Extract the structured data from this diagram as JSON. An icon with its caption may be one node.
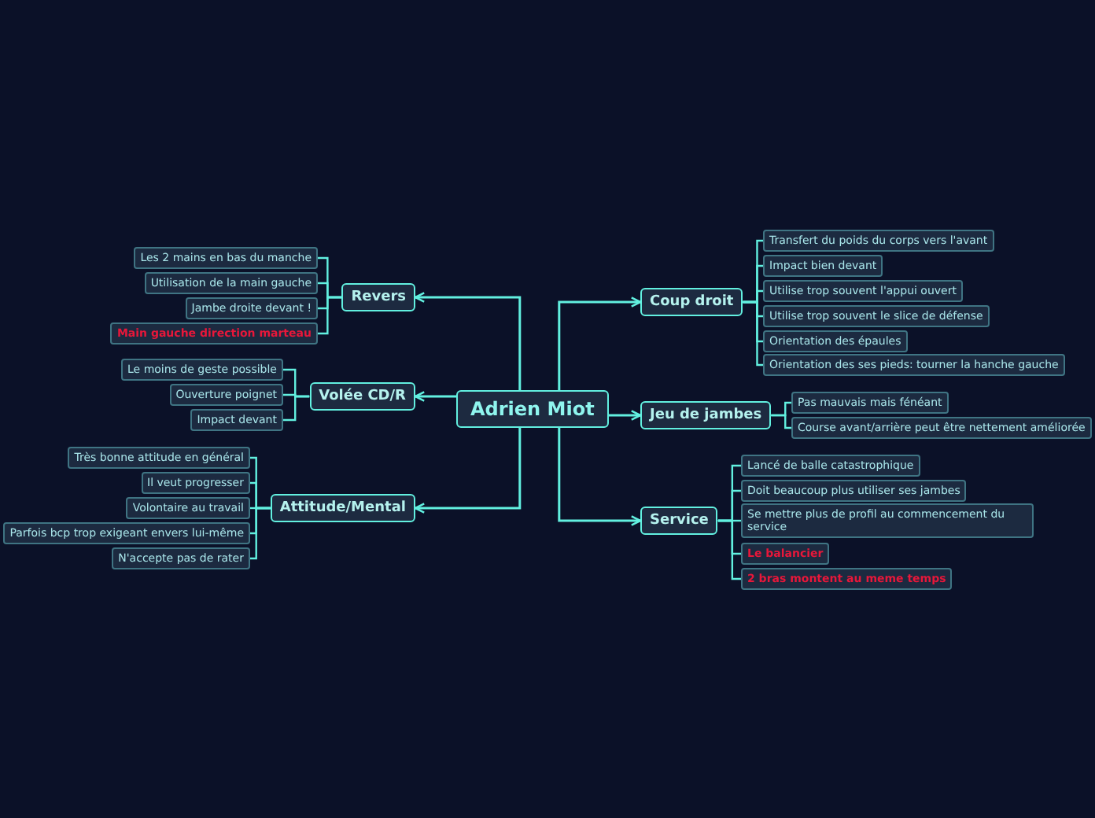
{
  "diagram": {
    "nodes": [
      {
        "text": [
          "Adrien Miot"
        ]
      },
      {
        "text": [
          "Coup droit"
        ]
      },
      {
        "text": [
          "Transfert du poids du corps vers l'avant"
        ]
      },
      {
        "text": [
          "Impact bien devant"
        ]
      },
      {
        "text": [
          "Utilise trop souvent l'appui ouvert"
        ]
      },
      {
        "text": [
          "Utilise trop souvent le slice de défense"
        ]
      },
      {
        "text": [
          "Orientation des épaules"
        ]
      },
      {
        "text": [
          "Orientation des ses pieds: tourner la hanche gauche"
        ]
      },
      {
        "text": [
          "Jeu de jambes"
        ]
      },
      {
        "text": [
          "Pas mauvais mais fénéant"
        ]
      },
      {
        "text": [
          "Course avant/arrière peut être nettement améliorée"
        ]
      },
      {
        "text": [
          "Service"
        ]
      },
      {
        "text": [
          "Lancé de balle catastrophique"
        ]
      },
      {
        "text": [
          "Doit beaucoup plus utiliser ses jambes"
        ]
      },
      {
        "text": [
          "Se mettre plus de profil au commencement du service"
        ]
      },
      {
        "text": [
          "Le balancier"
        ]
      },
      {
        "text": [
          "2 bras montent au meme temps"
        ]
      },
      {
        "text": [
          "Revers"
        ]
      },
      {
        "text": [
          "Les 2 mains en bas du manche"
        ]
      },
      {
        "text": [
          "Utilisation de la main gauche"
        ]
      },
      {
        "text": [
          "Jambe droite devant !"
        ]
      },
      {
        "text": [
          "Main gauche direction marteau"
        ]
      },
      {
        "text": [
          "Volée CD/R"
        ]
      },
      {
        "text": [
          "Le moins de geste possible"
        ]
      },
      {
        "text": [
          "Ouverture poignet"
        ]
      },
      {
        "text": [
          "Impact devant"
        ]
      },
      {
        "text": [
          "Attitude/Mental"
        ]
      },
      {
        "text": [
          "Très bonne attitude en général"
        ]
      },
      {
        "text": [
          "Il veut progresser"
        ]
      },
      {
        "text": [
          "Volontaire au travail"
        ]
      },
      {
        "text": [
          "Parfois bcp trop exigeant envers lui-même"
        ]
      },
      {
        "text": [
          "N'accepte pas de rater"
        ]
      }
    ],
    "edges": [
      {
        "from": 0,
        "to": 1,
        "arrow": "to"
      },
      {
        "from": 1,
        "to": 2,
        "arrow": "none"
      },
      {
        "from": 1,
        "to": 3,
        "arrow": "none"
      },
      {
        "from": 1,
        "to": 4,
        "arrow": "none"
      },
      {
        "from": 1,
        "to": 5,
        "arrow": "none"
      },
      {
        "from": 1,
        "to": 6,
        "arrow": "none"
      },
      {
        "from": 1,
        "to": 7,
        "arrow": "none"
      },
      {
        "from": 0,
        "to": 8,
        "arrow": "to"
      },
      {
        "from": 8,
        "to": 9,
        "arrow": "none"
      },
      {
        "from": 8,
        "to": 10,
        "arrow": "none"
      },
      {
        "from": 0,
        "to": 11,
        "arrow": "to"
      },
      {
        "from": 11,
        "to": 12,
        "arrow": "none"
      },
      {
        "from": 11,
        "to": 13,
        "arrow": "none"
      },
      {
        "from": 11,
        "to": 14,
        "arrow": "none"
      },
      {
        "from": 11,
        "to": 15,
        "arrow": "none"
      },
      {
        "from": 11,
        "to": 16,
        "arrow": "none"
      },
      {
        "from": 0,
        "to": 17,
        "arrow": "to"
      },
      {
        "from": 17,
        "to": 18,
        "arrow": "none"
      },
      {
        "from": 17,
        "to": 19,
        "arrow": "none"
      },
      {
        "from": 17,
        "to": 20,
        "arrow": "none"
      },
      {
        "from": 17,
        "to": 21,
        "arrow": "none"
      },
      {
        "from": 0,
        "to": 22,
        "arrow": "to"
      },
      {
        "from": 22,
        "to": 23,
        "arrow": "none"
      },
      {
        "from": 22,
        "to": 24,
        "arrow": "none"
      },
      {
        "from": 22,
        "to": 25,
        "arrow": "none"
      },
      {
        "from": 0,
        "to": 26,
        "arrow": "to"
      },
      {
        "from": 26,
        "to": 27,
        "arrow": "none"
      },
      {
        "from": 26,
        "to": 28,
        "arrow": "none"
      },
      {
        "from": 26,
        "to": 29,
        "arrow": "none"
      },
      {
        "from": 26,
        "to": 30,
        "arrow": "none"
      },
      {
        "from": 26,
        "to": 31,
        "arrow": "none"
      }
    ]
  }
}
